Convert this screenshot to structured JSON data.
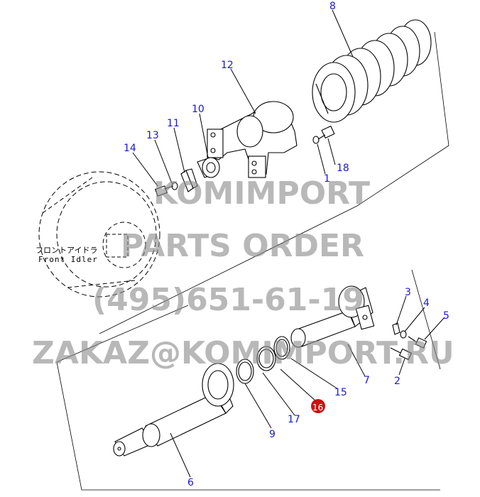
{
  "callouts": {
    "n8": "8",
    "n12": "12",
    "n10": "10",
    "n11": "11",
    "n13": "13",
    "n14": "14",
    "n18": "18",
    "n1": "1",
    "n3": "3",
    "n4": "4",
    "n5": "5",
    "n2": "2",
    "n7": "7",
    "n15": "15",
    "n16": "16",
    "n17": "17",
    "n9": "9",
    "n6": "6"
  },
  "idler_label": {
    "jp": "フロントアイドラ",
    "en": "Front Idler"
  },
  "watermark": {
    "line1": "KOMIMPORT",
    "line2": "PARTS ORDER",
    "line3": "(495)651-61-19",
    "line4": "ZAKAZ@KOMIMPORT.RU"
  },
  "colors": {
    "callout_text": "#1a1acc",
    "highlight_marker": "#cc1111",
    "watermark": "#8c8c8c"
  }
}
